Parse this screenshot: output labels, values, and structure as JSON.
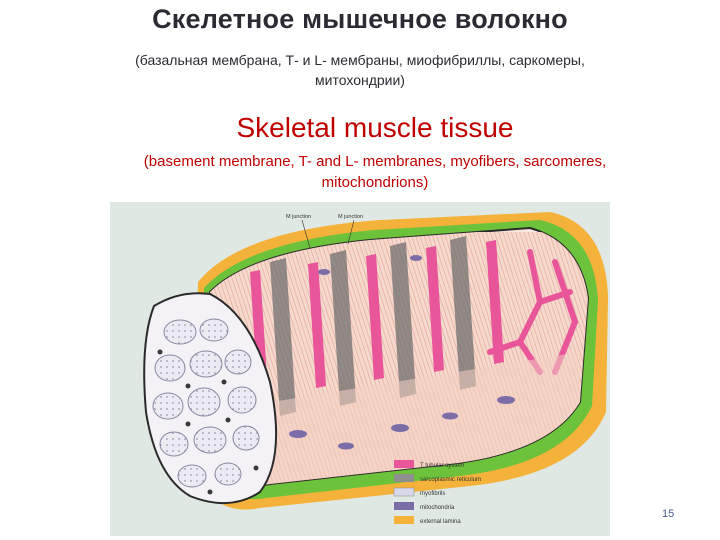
{
  "slide": {
    "title_ru": "Скелетное мышечное волокно",
    "subtitle_ru": "(базальная мембрана, Т- и L- мембраны, миофибриллы, саркомеры, митохондрии)",
    "title_en": "Skeletal muscle tissue",
    "subtitle_en": "(basement membrane, T- and L- membranes, myofibers, sarcomeres, mitochondrions)",
    "page_number": "15"
  },
  "figure": {
    "junction_labels": [
      "M junction",
      "M junction"
    ],
    "legend": [
      {
        "label": "T tubular system",
        "color": "#e9559a"
      },
      {
        "label": "sarcoplasmic reticulum",
        "color": "#8f8f8f"
      },
      {
        "label": "myofibrils",
        "color": "#d8d8e8"
      },
      {
        "label": "mitochondria",
        "color": "#7b6da8"
      },
      {
        "label": "external lamina",
        "color": "#f4b23a"
      }
    ],
    "colors": {
      "background": "#dfe8e3",
      "external_lamina": "#f4b23a",
      "basement_membrane": "#6cc23a",
      "sarcolemma": "#2a2a2a",
      "myofibril_fill": "#f5d9cc",
      "myofibril_stripe": "#e8a79c",
      "t_tubule": "#e9559a",
      "sarcoplasmic_reticulum": "#7d7d7d",
      "mitochondria": "#7b6da8"
    }
  }
}
